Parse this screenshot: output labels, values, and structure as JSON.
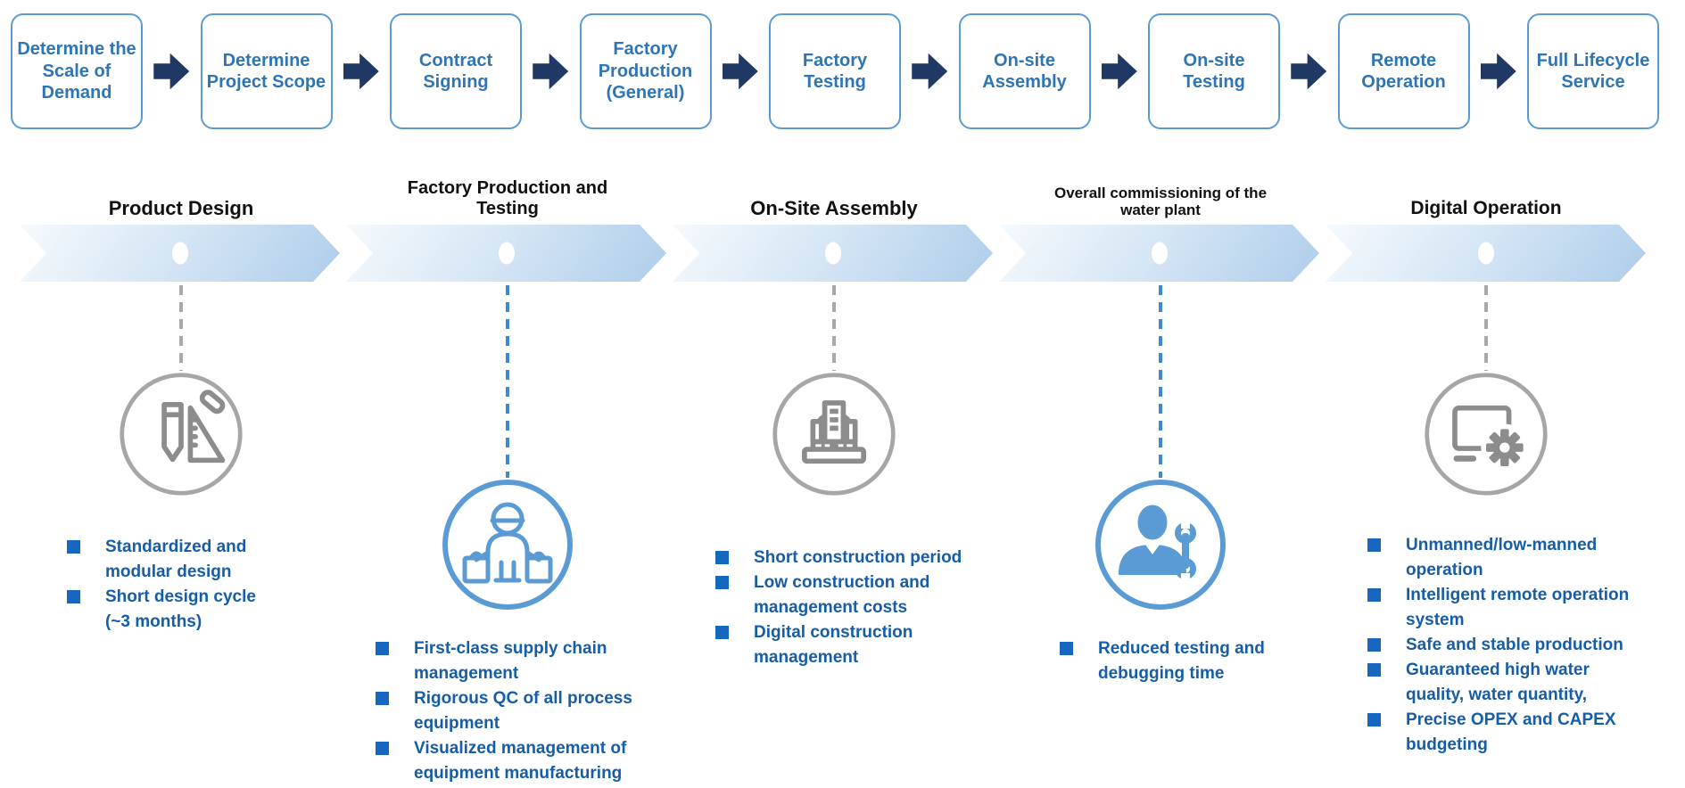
{
  "top_flow": {
    "steps": [
      {
        "label": "Determine the Scale of Demand"
      },
      {
        "label": "Determine Project Scope"
      },
      {
        "label": "Contract Signing"
      },
      {
        "label": "Factory Production\n(General)"
      },
      {
        "label": "Factory Testing"
      },
      {
        "label": "On-site Assembly"
      },
      {
        "label": "On-site Testing"
      },
      {
        "label": "Remote Operation"
      },
      {
        "label": "Full Lifecycle Service"
      }
    ]
  },
  "phases": [
    {
      "title": "Product Design",
      "icon": "pencil-and-ruler-icon",
      "theme": "gray",
      "bullets": [
        "Standardized and modular design",
        "Short design cycle (~3 months)"
      ]
    },
    {
      "title": "Factory Production and Testing",
      "icon": "worker-with-cases-icon",
      "theme": "blue",
      "bullets": [
        "First-class supply chain management",
        "Rigorous QC of all process equipment",
        "Visualized management of equipment manufacturing"
      ]
    },
    {
      "title": "On-Site Assembly",
      "icon": "hard-hat-icon",
      "theme": "gray",
      "bullets": [
        "Short construction period",
        "Low construction and management costs",
        "Digital construction management"
      ]
    },
    {
      "title": "Overall commissioning of the water plant",
      "icon": "technician-with-wrench-icon",
      "theme": "blue",
      "bullets": [
        "Reduced testing and debugging time"
      ]
    },
    {
      "title": "Digital Operation",
      "icon": "monitor-with-gear-icon",
      "theme": "gray",
      "bullets": [
        "Unmanned/low-manned operation",
        "Intelligent remote operation system",
        "Safe and stable production",
        "Guaranteed high water quality, water quantity,",
        "Precise OPEX and CAPEX budgeting"
      ]
    }
  ],
  "colors": {
    "box_border": "#5b9bd5",
    "box_text": "#2e75b6",
    "flow_arrow": "#1f3864",
    "chevron_light": "#f6fafd",
    "chevron_dark": "#aecdea",
    "bullet_square": "#1767c0",
    "bullet_text": "#155da8",
    "gray_accent": "#a6a6a6",
    "blue_accent": "#5b9bd5"
  }
}
